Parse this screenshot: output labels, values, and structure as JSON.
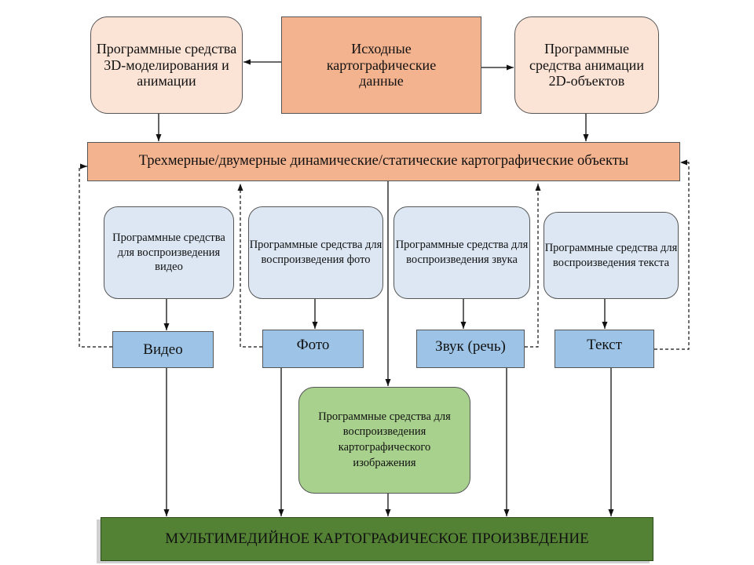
{
  "boxes": {
    "sw_3d": "Программные средства 3D-моделирования и анимации",
    "source": "Исходные картографические данные",
    "sw_2d": "Программные средства анимации 2D-объектов",
    "objects": "Трехмерные/двумерные динамические/статические картографические объекты",
    "sw_video": "Программные средства для воспроизведения видео",
    "sw_photo": "Программные средства для воспроизведения фото",
    "sw_sound": "Программные средства для воспроизведения звука",
    "sw_text": "Программные средства для воспроизведения текста",
    "video": "Видео",
    "photo": "Фото",
    "sound": "Звук (речь)",
    "text": "Текст",
    "sw_map": "Программные средства для воспроизведения картографического изображения",
    "result": "МУЛЬТИМЕДИЙНОЕ КАРТОГРАФИЧЕСКОЕ ПРОИЗВЕДЕНИЕ"
  },
  "colors": {
    "peach": "#fbe3d6",
    "salmon": "#f4b38f",
    "light_blue": "#dce7f3",
    "blue": "#9dc3e6",
    "light_green": "#a8d18d",
    "dark_green": "#548235"
  }
}
